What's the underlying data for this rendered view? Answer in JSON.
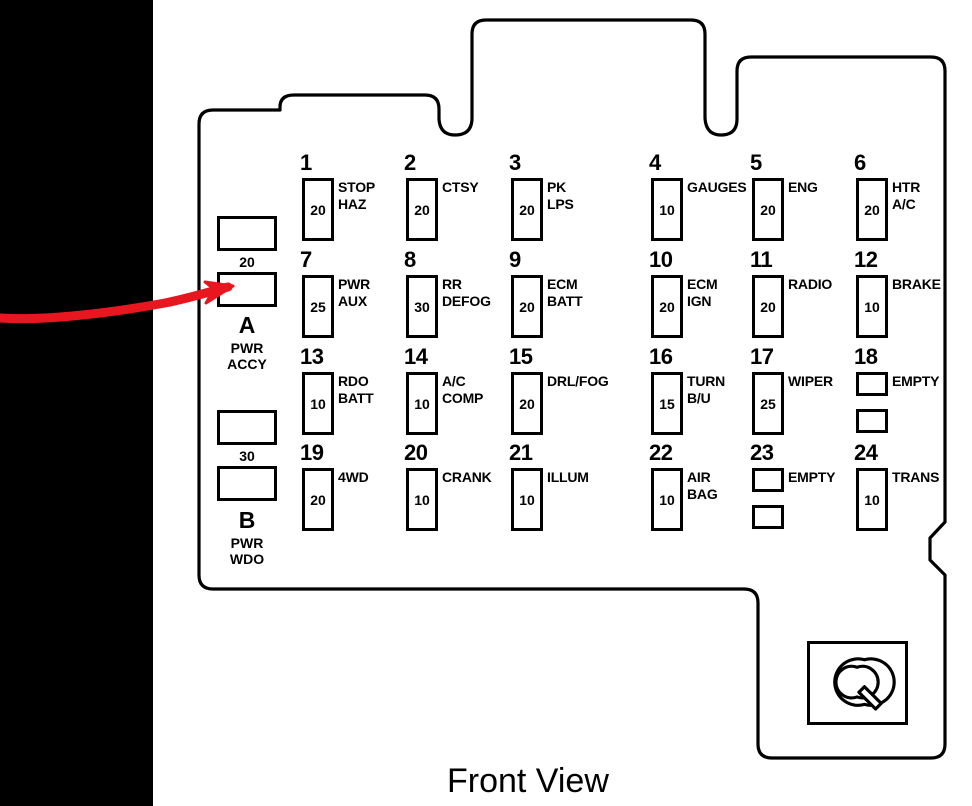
{
  "diagram": {
    "title": "Front View",
    "caption": "Front View",
    "accent_color": "#e8171f",
    "line_color": "#000000",
    "background_color": "#ffffff",
    "sidebar_color": "#000000"
  },
  "fuses": [
    {
      "number": "1",
      "amp": "20",
      "label": "STOP\nHAZ",
      "label_line1": "STOP",
      "label_line2": "HAZ",
      "empty": false
    },
    {
      "number": "2",
      "amp": "20",
      "label": "CTSY",
      "label_line1": "CTSY",
      "label_line2": "",
      "empty": false
    },
    {
      "number": "3",
      "amp": "20",
      "label": "PK\nLPS",
      "label_line1": "PK",
      "label_line2": "LPS",
      "empty": false
    },
    {
      "number": "4",
      "amp": "10",
      "label": "GAUGES",
      "label_line1": "GAUGES",
      "label_line2": "",
      "empty": false
    },
    {
      "number": "5",
      "amp": "20",
      "label": "ENG",
      "label_line1": "ENG",
      "label_line2": "",
      "empty": false
    },
    {
      "number": "6",
      "amp": "20",
      "label": "HTR\nA/C",
      "label_line1": "HTR",
      "label_line2": "A/C",
      "empty": false
    },
    {
      "number": "7",
      "amp": "25",
      "label": "PWR\nAUX",
      "label_line1": "PWR",
      "label_line2": "AUX",
      "empty": false
    },
    {
      "number": "8",
      "amp": "30",
      "label": "RR\nDEFOG",
      "label_line1": "RR",
      "label_line2": "DEFOG",
      "empty": false
    },
    {
      "number": "9",
      "amp": "20",
      "label": "ECM\nBATT",
      "label_line1": "ECM",
      "label_line2": "BATT",
      "empty": false
    },
    {
      "number": "10",
      "amp": "20",
      "label": "ECM\nIGN",
      "label_line1": "ECM",
      "label_line2": "IGN",
      "empty": false
    },
    {
      "number": "11",
      "amp": "20",
      "label": "RADIO",
      "label_line1": "RADIO",
      "label_line2": "",
      "empty": false
    },
    {
      "number": "12",
      "amp": "10",
      "label": "BRAKE",
      "label_line1": "BRAKE",
      "label_line2": "",
      "empty": false
    },
    {
      "number": "13",
      "amp": "10",
      "label": "RDO\nBATT",
      "label_line1": "RDO",
      "label_line2": "BATT",
      "empty": false
    },
    {
      "number": "14",
      "amp": "10",
      "label": "A/C\nCOMP",
      "label_line1": "A/C",
      "label_line2": "COMP",
      "empty": false
    },
    {
      "number": "15",
      "amp": "20",
      "label": "DRL/FOG",
      "label_line1": "DRL/FOG",
      "label_line2": "",
      "empty": false
    },
    {
      "number": "16",
      "amp": "15",
      "label": "TURN\nB/U",
      "label_line1": "TURN",
      "label_line2": "B/U",
      "empty": false
    },
    {
      "number": "17",
      "amp": "25",
      "label": "WIPER",
      "label_line1": "WIPER",
      "label_line2": "",
      "empty": false
    },
    {
      "number": "18",
      "amp": "",
      "label": "EMPTY",
      "label_line1": "EMPTY",
      "label_line2": "",
      "empty": true
    },
    {
      "number": "19",
      "amp": "20",
      "label": "4WD",
      "label_line1": "4WD",
      "label_line2": "",
      "empty": false
    },
    {
      "number": "20",
      "amp": "10",
      "label": "CRANK",
      "label_line1": "CRANK",
      "label_line2": "",
      "empty": false
    },
    {
      "number": "21",
      "amp": "10",
      "label": "ILLUM",
      "label_line1": "ILLUM",
      "label_line2": "",
      "empty": false
    },
    {
      "number": "22",
      "amp": "10",
      "label": "AIR\nBAG",
      "label_line1": "AIR",
      "label_line2": "BAG",
      "empty": false
    },
    {
      "number": "23",
      "amp": "",
      "label": "EMPTY",
      "label_line1": "EMPTY",
      "label_line2": "",
      "empty": true
    },
    {
      "number": "24",
      "amp": "10",
      "label": "TRANS",
      "label_line1": "TRANS",
      "label_line2": "",
      "empty": false
    }
  ],
  "breakers": [
    {
      "id": "A",
      "amp": "20",
      "desc_line1": "PWR",
      "desc_line2": "ACCY"
    },
    {
      "id": "B",
      "amp": "30",
      "desc_line1": "PWR",
      "desc_line2": "WDO"
    }
  ],
  "annotation": {
    "arrow_color": "#e8171f",
    "points_to": "A"
  },
  "icons": {
    "fuse_puller": "fuse-puller-icon"
  }
}
